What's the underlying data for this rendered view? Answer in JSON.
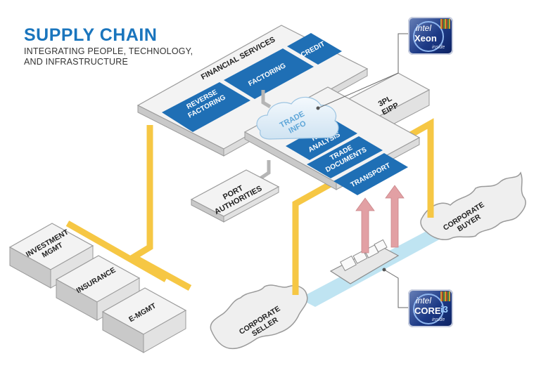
{
  "header": {
    "title": "SUPPLY CHAIN",
    "subtitle_line1": "INTEGRATING PEOPLE, TECHNOLOGY,",
    "subtitle_line2": "AND INFRASTRUCTURE"
  },
  "financial_services": {
    "title": "FINANCIAL SERVICES",
    "items": {
      "credit": "CREDIT",
      "factoring": "FACTORING",
      "reverse_factoring_1": "REVERSE",
      "reverse_factoring_2": "FACTORING"
    }
  },
  "trade_info": {
    "line1": "TRADE",
    "line2": "INFO"
  },
  "third_party": {
    "line1": "3PL",
    "line2": "EIPP"
  },
  "platform": {
    "risk_analysis_1": "RISK",
    "risk_analysis_2": "ANALYSIS",
    "trade_documents_1": "TRADE",
    "trade_documents_2": "DOCUMENTS",
    "transport": "TRANSPORT"
  },
  "port_authorities": {
    "line1": "PORT",
    "line2": "AUTHORITIES"
  },
  "left_boxes": {
    "investment_1": "INVESTMENT",
    "investment_2": "MGMT",
    "insurance": "INSURANCE",
    "emgmt": "E-MGMT"
  },
  "buyer": {
    "line1": "CORPORATE",
    "line2": "BUYER"
  },
  "seller": {
    "line1": "CORPORATE",
    "line2": "SELLER"
  },
  "badges": {
    "xeon": {
      "brand": "intel",
      "product": "Xeon",
      "inside": "inside"
    },
    "core": {
      "brand": "intel",
      "product": "CORE",
      "suffix": "i3",
      "inside": "inside"
    }
  },
  "colors": {
    "blue": "#1f6fb5",
    "title_blue": "#1a75bd",
    "yellow": "#f6c744",
    "pink": "#e2a0a4",
    "sea": "#bfe4f2",
    "box_fill": "#f3f3f3",
    "box_side": "#c9c9c9"
  }
}
